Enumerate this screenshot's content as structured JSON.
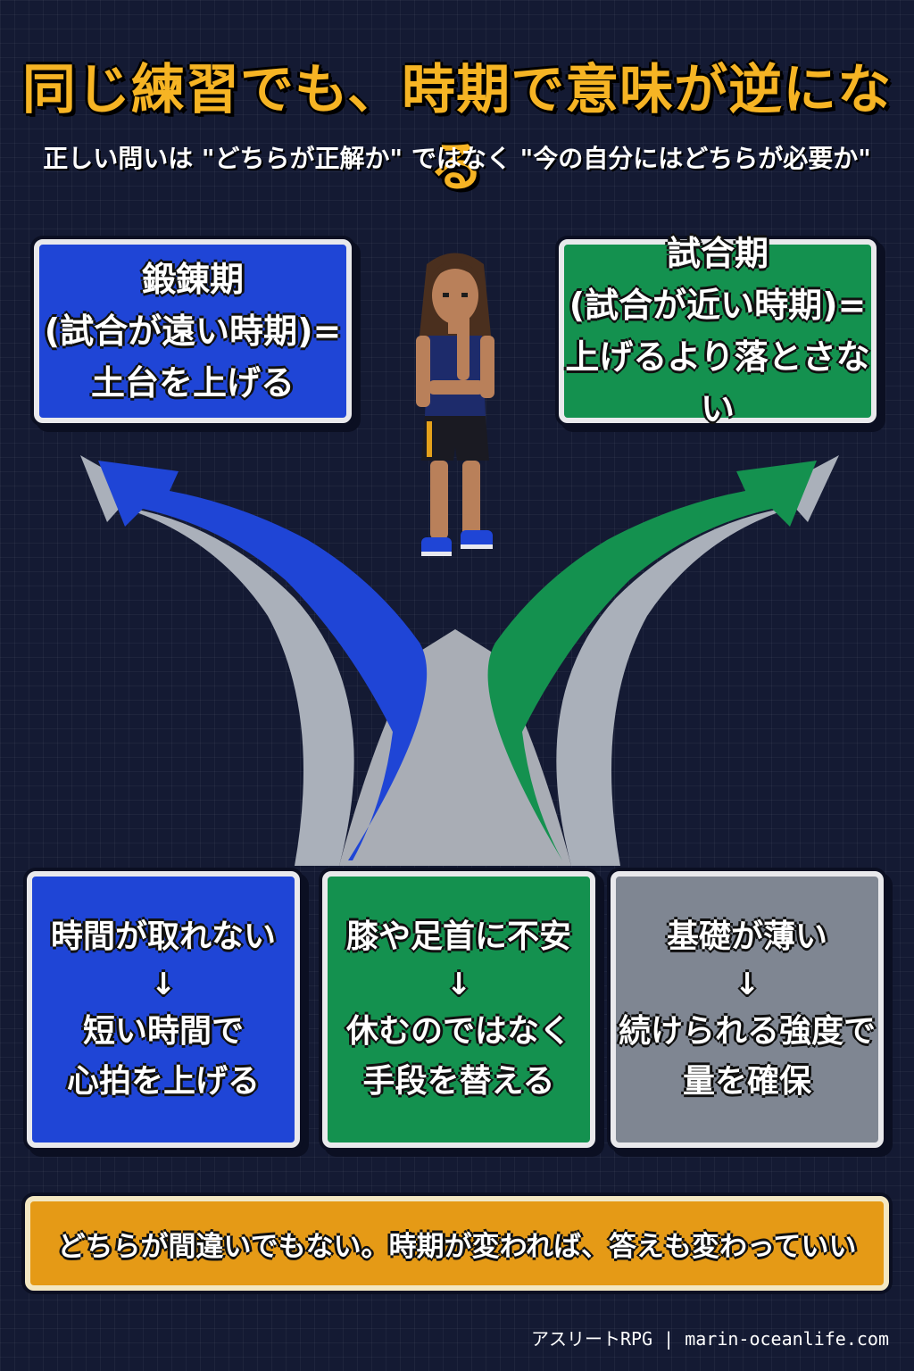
{
  "title": "同じ練習でも、時期で意味が逆になる",
  "subtitle": "正しい問いは \"どちらが正解か\" ではなく \"今の自分にはどちらが必要か\"",
  "left_panel": {
    "line1": "鍛錬期",
    "line2": "(試合が遠い時期)=",
    "line3": "土台を上げる"
  },
  "right_panel": {
    "line1": "試合期",
    "line2": "(試合が近い時期)=",
    "line3": "上げるより落とさない"
  },
  "cards": [
    {
      "top": "時間が取れない",
      "arrow": "↓",
      "bottom1": "短い時間で",
      "bottom2": "心拍を上げる"
    },
    {
      "top": "膝や足首に不安",
      "arrow": "↓",
      "bottom1": "休むのではなく",
      "bottom2": "手段を替える"
    },
    {
      "top": "基礎が薄い",
      "arrow": "↓",
      "bottom1": "続けられる強度で",
      "bottom2": "量を確保"
    }
  ],
  "banner": "どちらが間違いでもない。時期が変われば、答えも変わっていい",
  "credit": "アスリートRPG | marin-oceanlife.com",
  "colors": {
    "background": "#141a33",
    "title": "#f6b424",
    "blue": "#1f45d6",
    "green": "#14914f",
    "gray": "#7f8692",
    "banner": "#e59a16"
  },
  "icons": [
    "fork-arrows",
    "athlete-figure"
  ]
}
